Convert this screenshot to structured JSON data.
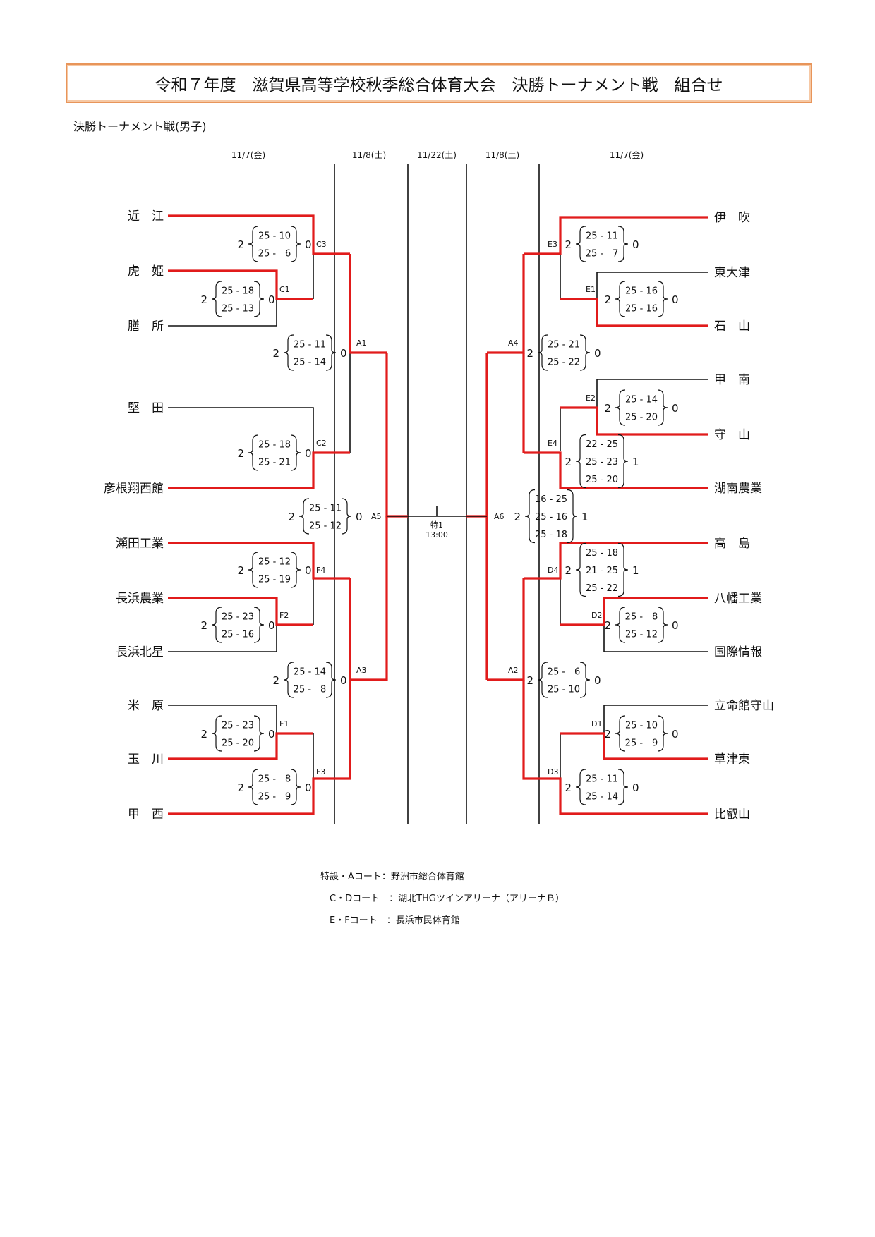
{
  "title": "令和７年度　滋賀県高等学校秋季総合体育大会　決勝トーナメント戦　組合せ",
  "subtitle": "決勝トーナメント戦(男子)",
  "dates": {
    "left_r1": "11/7(金)",
    "left_r2": "11/8(土)",
    "final": "11/22(土)",
    "right_r2": "11/8(土)",
    "right_r1": "11/7(金)"
  },
  "teams_left": [
    "近　江",
    "虎　姫",
    "膳　所",
    "堅　田",
    "彦根翔西館",
    "瀬田工業",
    "長浜農業",
    "長浜北星",
    "米　原",
    "玉　川",
    "甲　西"
  ],
  "teams_right": [
    "伊　吹",
    "東大津",
    "石　山",
    "甲　南",
    "守　山",
    "湖南農業",
    "高　島",
    "八幡工業",
    "国際情報",
    "立命館守山",
    "草津東",
    "比叡山"
  ],
  "matches": {
    "C1": {
      "code": "C1",
      "a": "2",
      "b": "0",
      "sets": [
        "25 - 18",
        "25 - 13"
      ]
    },
    "C3": {
      "code": "C3",
      "a": "2",
      "b": "0",
      "sets": [
        "25 - 10",
        "25 -　6"
      ]
    },
    "C2": {
      "code": "C2",
      "a": "2",
      "b": "0",
      "sets": [
        "25 - 18",
        "25 - 21"
      ]
    },
    "A1": {
      "code": "A1",
      "a": "2",
      "b": "0",
      "sets": [
        "25 - 11",
        "25 - 14"
      ]
    },
    "F2": {
      "code": "F2",
      "a": "2",
      "b": "0",
      "sets": [
        "25 - 23",
        "25 - 16"
      ]
    },
    "F4": {
      "code": "F4",
      "a": "2",
      "b": "0",
      "sets": [
        "25 - 12",
        "25 - 19"
      ]
    },
    "F1": {
      "code": "F1",
      "a": "2",
      "b": "0",
      "sets": [
        "25 - 23",
        "25 - 20"
      ]
    },
    "F3": {
      "code": "F3",
      "a": "2",
      "b": "0",
      "sets": [
        "25 -　8",
        "25 -　9"
      ]
    },
    "A3": {
      "code": "A3",
      "a": "2",
      "b": "0",
      "sets": [
        "25 - 14",
        "25 -　8"
      ]
    },
    "A5": {
      "code": "A5",
      "a": "2",
      "b": "0",
      "sets": [
        "25 - 11",
        "25 - 12"
      ]
    },
    "E1": {
      "code": "E1",
      "a": "2",
      "b": "0",
      "sets": [
        "25 - 16",
        "25 - 16"
      ]
    },
    "E3": {
      "code": "E3",
      "a": "2",
      "b": "0",
      "sets": [
        "25 - 11",
        "25 -　7"
      ]
    },
    "E2": {
      "code": "E2",
      "a": "2",
      "b": "0",
      "sets": [
        "25 - 14",
        "25 - 20"
      ]
    },
    "E4": {
      "code": "E4",
      "a": "2",
      "b": "1",
      "sets": [
        "22 - 25",
        "25 - 23",
        "25 - 20"
      ]
    },
    "A4": {
      "code": "A4",
      "a": "2",
      "b": "0",
      "sets": [
        "25 - 21",
        "25 - 22"
      ]
    },
    "D2": {
      "code": "D2",
      "a": "2",
      "b": "0",
      "sets": [
        "25 -　8",
        "25 - 12"
      ]
    },
    "D4": {
      "code": "D4",
      "a": "2",
      "b": "1",
      "sets": [
        "25 - 18",
        "21 - 25",
        "25 - 22"
      ]
    },
    "D1": {
      "code": "D1",
      "a": "2",
      "b": "0",
      "sets": [
        "25 - 10",
        "25 -　9"
      ]
    },
    "D3": {
      "code": "D3",
      "a": "2",
      "b": "0",
      "sets": [
        "25 - 11",
        "25 - 14"
      ]
    },
    "A2": {
      "code": "A2",
      "a": "2",
      "b": "0",
      "sets": [
        "25 -　6",
        "25 - 10"
      ]
    },
    "A6": {
      "code": "A6",
      "a": "2",
      "b": "1",
      "sets": [
        "16 - 25",
        "25 - 16",
        "25 - 18"
      ]
    }
  },
  "final": {
    "label": "特1",
    "time": "13:00"
  },
  "venues": [
    "特設・Aコート：野洲市総合体育館",
    "　C・Dコート　：湖北THGツインアリーナ（アリーナＢ）",
    "　E・Fコート　：長浜市民体育館"
  ],
  "colors": {
    "win_line": "#e11b1b",
    "line": "#111111",
    "title_border": "#e8955a"
  }
}
